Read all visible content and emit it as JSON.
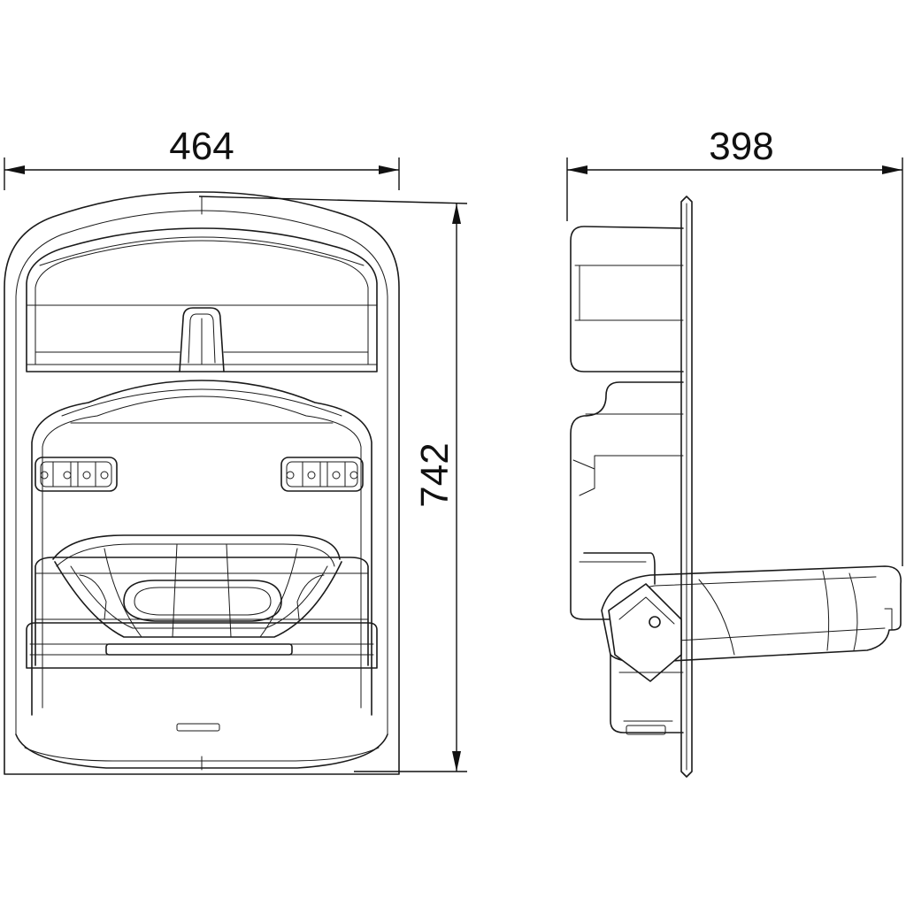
{
  "dimensions": {
    "width": "464",
    "height": "742",
    "depth": "398"
  }
}
